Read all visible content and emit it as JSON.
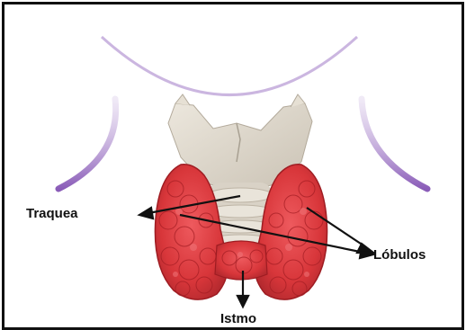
{
  "labels": {
    "trachea": "Traquea",
    "lobes": "Lóbulos",
    "isthmus": "Istmo"
  },
  "colors": {
    "gland": "#d8363a",
    "gland_dark": "#a81e24",
    "gland_light": "#f0767a",
    "cartilage": "#e4ded2",
    "neck_outline": "#a07cc4",
    "arrow": "#111111"
  }
}
